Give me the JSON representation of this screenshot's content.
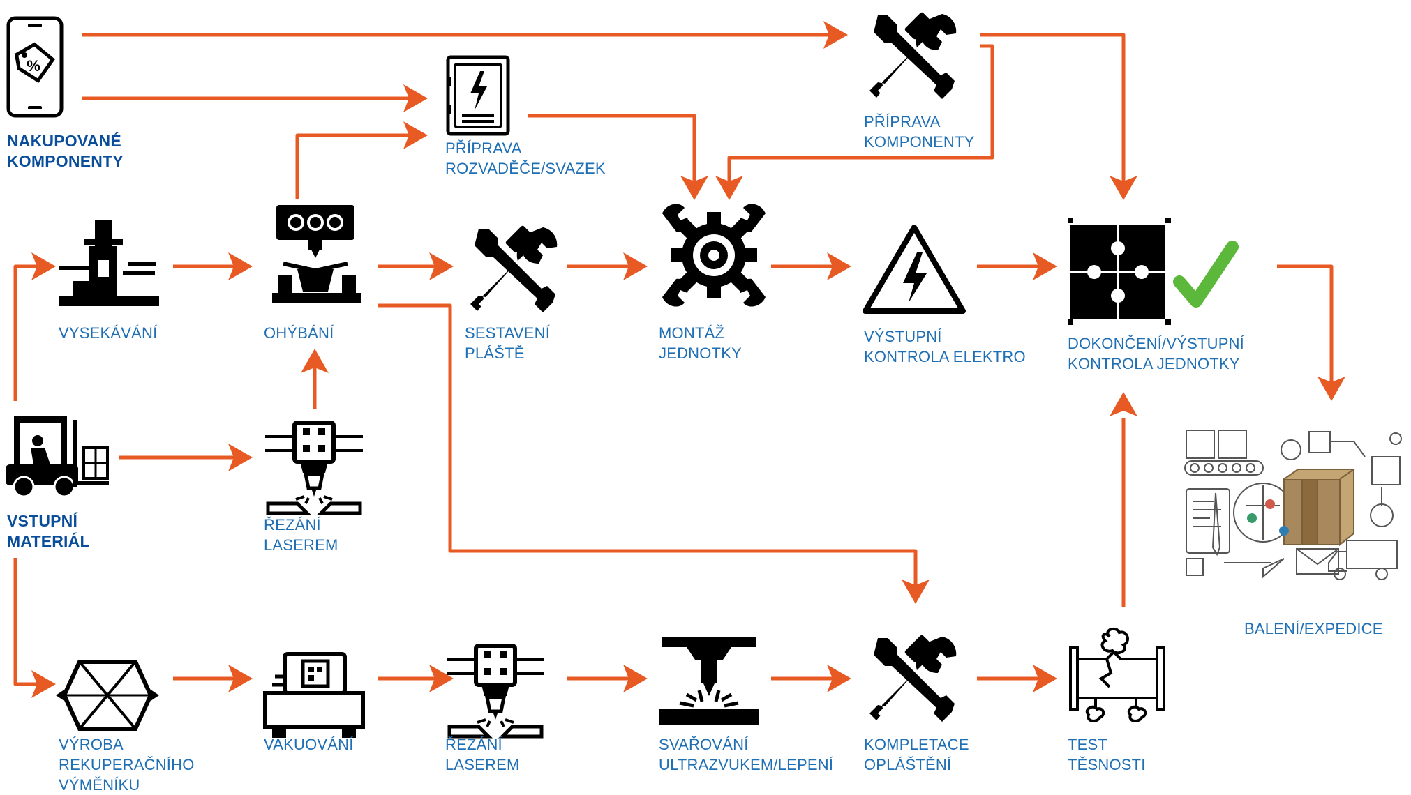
{
  "colors": {
    "arrow": "#e85a24",
    "label": "#1f6fb5",
    "label_bold": "#0a4e9b",
    "icon": "#000000",
    "check": "#5cb83a"
  },
  "nodes": [
    {
      "id": "nakupovane",
      "icon": "phone-percent-tag-icon",
      "lines": [
        "NAKUPOVANÉ",
        "KOMPONENTY"
      ]
    },
    {
      "id": "priprava-rozvadece",
      "icon": "electrical-cabinet-icon",
      "lines": [
        "PŘÍPRAVA",
        "ROZVADĚČE/SVAZEK"
      ]
    },
    {
      "id": "priprava-komponenty",
      "icon": "tools-icon",
      "lines": [
        "PŘÍPRAVA",
        "KOMPONENTY"
      ]
    },
    {
      "id": "vysekavani",
      "icon": "punching-machine-icon",
      "lines": [
        "VYSEKÁVÁNÍ"
      ]
    },
    {
      "id": "ohybani",
      "icon": "bending-press-icon",
      "lines": [
        "OHÝBÁNÍ"
      ]
    },
    {
      "id": "sestaveni",
      "icon": "tools-icon",
      "lines": [
        "SESTAVENÍ",
        "PLÁŠTĚ"
      ]
    },
    {
      "id": "montaz",
      "icon": "gear-wrench-icon",
      "lines": [
        "MONTÁŽ",
        "JEDNOTKY"
      ]
    },
    {
      "id": "vystupni-elektro",
      "icon": "high-voltage-icon",
      "lines": [
        "VÝSTUPNÍ",
        "KONTROLA ELEKTRO"
      ]
    },
    {
      "id": "dokonceni",
      "icon": "puzzle-check-icon",
      "lines": [
        "DOKONČENÍ/VÝSTUPNÍ",
        "KONTROLA JEDNOTKY"
      ]
    },
    {
      "id": "vstupni",
      "icon": "forklift-icon",
      "lines": [
        "VSTUPNÍ",
        "MATERIÁL"
      ]
    },
    {
      "id": "rezani-1",
      "icon": "laser-cutter-icon",
      "lines": [
        "ŘEZÁNÍ",
        "LASEREM"
      ]
    },
    {
      "id": "baleni",
      "icon": "logistics-icon",
      "lines": [
        "BALENÍ/EXPEDICE"
      ]
    },
    {
      "id": "vyroba",
      "icon": "heat-exchanger-icon",
      "lines": [
        "VÝROBA",
        "REKUPERAČNÍHO",
        "VÝMĚNÍKU"
      ]
    },
    {
      "id": "vakuovani",
      "icon": "vacuum-machine-icon",
      "lines": [
        "VAKUOVÁNÍ"
      ]
    },
    {
      "id": "rezani-2",
      "icon": "laser-cutter-icon",
      "lines": [
        "ŘEZÁNÍ",
        "LASEREM"
      ]
    },
    {
      "id": "svarovani",
      "icon": "ultrasonic-welder-icon",
      "lines": [
        "SVAŘOVÁNÍ",
        "ULTRAZVUKEM/LEPENÍ"
      ]
    },
    {
      "id": "kompletace",
      "icon": "tools-icon",
      "lines": [
        "KOMPLETACE",
        "OPLÁŠTĚNÍ"
      ]
    },
    {
      "id": "test",
      "icon": "leak-test-icon",
      "lines": [
        "TEST",
        "TĚSNOSTI"
      ]
    }
  ]
}
